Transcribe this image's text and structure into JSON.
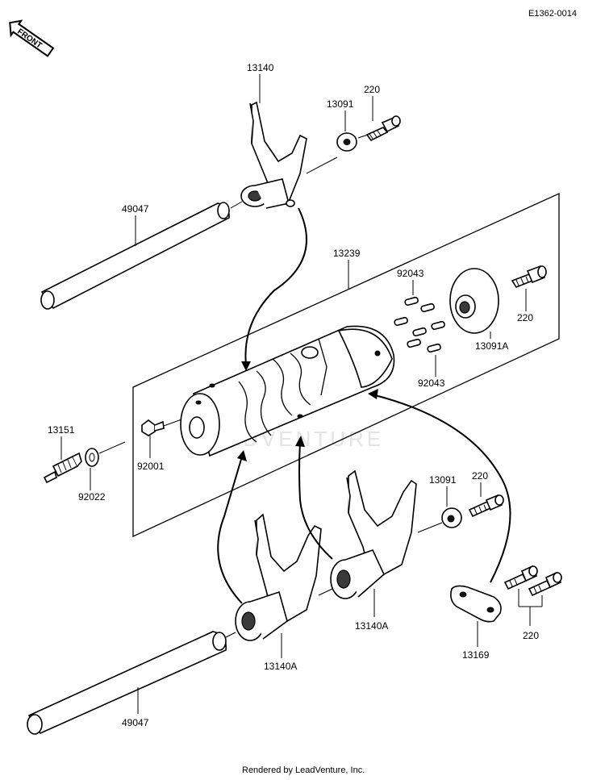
{
  "diagram_code": "E1362-0014",
  "front_badge": "FRONT",
  "watermark": "LEADVENTURE",
  "footer": "Rendered by LeadVenture, Inc.",
  "parts": {
    "fork_upper": "13140",
    "washer_upper": "13091",
    "bolt_upper": "220",
    "shaft_upper": "49047",
    "drum_assembly": "13239",
    "pins_top": "92043",
    "pins_bottom": "92043",
    "holder_plate": "13091A",
    "bolt_holder": "220",
    "switch": "13151",
    "switch_washer": "92022",
    "bolt_switch": "92001",
    "washer_lower": "13091",
    "bolt_lower": "220",
    "fork_lower_right": "13140A",
    "fork_lower_left": "13140A",
    "shaft_lower": "49047",
    "plate_lower": "13169",
    "bolts_lower": "220"
  }
}
